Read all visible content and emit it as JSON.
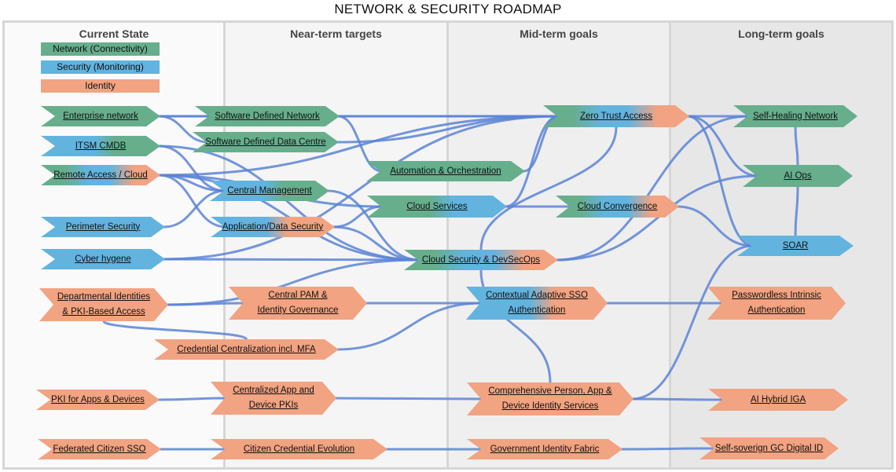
{
  "title": "NETWORK & SECURITY ROADMAP",
  "columns": [
    {
      "label": "Current State"
    },
    {
      "label": "Near-term targets"
    },
    {
      "label": "Mid-term goals"
    },
    {
      "label": "Long-term goals"
    }
  ],
  "legend": [
    {
      "label": "Network (Connectivity)",
      "color": "#67ae8d"
    },
    {
      "label": "Security (Monitoring)",
      "color": "#62b4df"
    },
    {
      "label": "Identity",
      "color": "#f2a382"
    }
  ],
  "colors": {
    "network": "#67ae8d",
    "security": "#62b4df",
    "identity": "#f2a382",
    "link": "#5b84d6"
  },
  "nodes": [
    {
      "id": "enterprise-network",
      "label": "Enterprise network",
      "fill": [
        "network"
      ]
    },
    {
      "id": "itsm-cmdb",
      "label": "ITSM CMDB",
      "fill": [
        "security",
        "network"
      ]
    },
    {
      "id": "remote-access-cloud",
      "label": "Remote Access / Cloud",
      "fill": [
        "network",
        "security",
        "identity"
      ]
    },
    {
      "id": "perimeter-security",
      "label": "Perimeter Security",
      "fill": [
        "security"
      ]
    },
    {
      "id": "cyber-hygene",
      "label": "Cyber hygene",
      "fill": [
        "security"
      ]
    },
    {
      "id": "departmental-identities",
      "label": "Departmental Identities\n& PKI-Based Access",
      "fill": [
        "identity"
      ]
    },
    {
      "id": "pki-apps-devices",
      "label": "PKI for Apps & Devices",
      "fill": [
        "identity"
      ]
    },
    {
      "id": "federated-citizen-sso",
      "label": "Federated Citizen SSO",
      "fill": [
        "identity"
      ]
    },
    {
      "id": "sdn",
      "label": "Software Defined Network",
      "fill": [
        "network"
      ]
    },
    {
      "id": "sddc",
      "label": "Software Defined Data Centre",
      "fill": [
        "network"
      ]
    },
    {
      "id": "central-management",
      "label": "Central Management",
      "fill": [
        "security",
        "network"
      ]
    },
    {
      "id": "app-data-security",
      "label": "Application/Data Security",
      "fill": [
        "security",
        "identity"
      ]
    },
    {
      "id": "central-pam",
      "label": "Central PAM &\nIdentity Governance",
      "fill": [
        "identity"
      ]
    },
    {
      "id": "credential-centralization",
      "label": "Credential Centralization incl. MFA",
      "fill": [
        "identity"
      ]
    },
    {
      "id": "centralized-pkis",
      "label": "Centralized App and\nDevice PKIs",
      "fill": [
        "identity"
      ]
    },
    {
      "id": "citizen-credential",
      "label": "Citizen Credential Evolution",
      "fill": [
        "identity"
      ]
    },
    {
      "id": "automation",
      "label": "Automation & Orchestration",
      "fill": [
        "network"
      ]
    },
    {
      "id": "cloud-services",
      "label": "Cloud Services",
      "fill": [
        "network",
        "security"
      ]
    },
    {
      "id": "cloud-security-devsecops",
      "label": "Cloud Security & DevSecOps",
      "fill": [
        "network",
        "security",
        "identity"
      ]
    },
    {
      "id": "zero-trust",
      "label": "Zero Trust Access",
      "fill": [
        "network",
        "security",
        "identity"
      ]
    },
    {
      "id": "cloud-convergence",
      "label": "Cloud Convergence",
      "fill": [
        "network",
        "security",
        "identity"
      ]
    },
    {
      "id": "contextual-sso",
      "label": "Contextual Adaptive SSO\nAuthentication",
      "fill": [
        "security",
        "identity"
      ]
    },
    {
      "id": "comprehensive-identity",
      "label": "Comprehensive Person, App &\nDevice Identity Services",
      "fill": [
        "identity"
      ]
    },
    {
      "id": "gov-identity-fabric",
      "label": "Government Identity Fabric",
      "fill": [
        "identity"
      ]
    },
    {
      "id": "self-healing",
      "label": "Self-Healing Network",
      "fill": [
        "network"
      ]
    },
    {
      "id": "ai-ops",
      "label": "AI Ops",
      "fill": [
        "network"
      ]
    },
    {
      "id": "soar",
      "label": "SOAR",
      "fill": [
        "security"
      ]
    },
    {
      "id": "passwordless",
      "label": "Passwordless Intrinsic\nAuthentication",
      "fill": [
        "identity"
      ]
    },
    {
      "id": "ai-hybrid-iga",
      "label": "AI Hybrid IGA",
      "fill": [
        "identity"
      ]
    },
    {
      "id": "self-sovereign-id",
      "label": "Self-soverign GC Digital ID",
      "fill": [
        "identity"
      ]
    }
  ],
  "links": [
    [
      "enterprise-network",
      "sdn"
    ],
    [
      "enterprise-network",
      "sddc"
    ],
    [
      "enterprise-network",
      "zero-trust"
    ],
    [
      "itsm-cmdb",
      "central-management"
    ],
    [
      "itsm-cmdb",
      "cloud-security-devsecops"
    ],
    [
      "remote-access-cloud",
      "central-management"
    ],
    [
      "remote-access-cloud",
      "app-data-security"
    ],
    [
      "remote-access-cloud",
      "zero-trust"
    ],
    [
      "remote-access-cloud",
      "cloud-services"
    ],
    [
      "remote-access-cloud",
      "cloud-security-devsecops"
    ],
    [
      "perimeter-security",
      "central-management"
    ],
    [
      "cyber-hygene",
      "zero-trust"
    ],
    [
      "cyber-hygene",
      "cloud-security-devsecops"
    ],
    [
      "departmental-identities",
      "central-pam"
    ],
    [
      "departmental-identities",
      "credential-centralization"
    ],
    [
      "departmental-identities",
      "cloud-security-devsecops"
    ],
    [
      "sdn",
      "zero-trust"
    ],
    [
      "sdn",
      "automation"
    ],
    [
      "sddc",
      "zero-trust"
    ],
    [
      "central-management",
      "cloud-security-devsecops"
    ],
    [
      "app-data-security",
      "cloud-services"
    ],
    [
      "app-data-security",
      "cloud-security-devsecops"
    ],
    [
      "central-pam",
      "contextual-sso"
    ],
    [
      "credential-centralization",
      "contextual-sso"
    ],
    [
      "pki-apps-devices",
      "centralized-pkis"
    ],
    [
      "centralized-pkis",
      "comprehensive-identity"
    ],
    [
      "federated-citizen-sso",
      "citizen-credential"
    ],
    [
      "citizen-credential",
      "gov-identity-fabric"
    ],
    [
      "automation",
      "zero-trust"
    ],
    [
      "cloud-services",
      "zero-trust"
    ],
    [
      "cloud-services",
      "cloud-convergence"
    ],
    [
      "cloud-security-devsecops",
      "self-healing"
    ],
    [
      "cloud-security-devsecops",
      "ai-ops"
    ],
    [
      "cloud-security-devsecops",
      "comprehensive-identity"
    ],
    [
      "zero-trust",
      "self-healing"
    ],
    [
      "zero-trust",
      "ai-ops"
    ],
    [
      "zero-trust",
      "soar"
    ],
    [
      "zero-trust",
      "cloud-security-devsecops"
    ],
    [
      "cloud-convergence",
      "soar"
    ],
    [
      "contextual-sso",
      "passwordless"
    ],
    [
      "comprehensive-identity",
      "ai-hybrid-iga"
    ],
    [
      "comprehensive-identity",
      "soar"
    ],
    [
      "gov-identity-fabric",
      "self-sovereign-id"
    ],
    [
      "self-healing",
      "ai-ops"
    ],
    [
      "ai-ops",
      "soar"
    ]
  ]
}
